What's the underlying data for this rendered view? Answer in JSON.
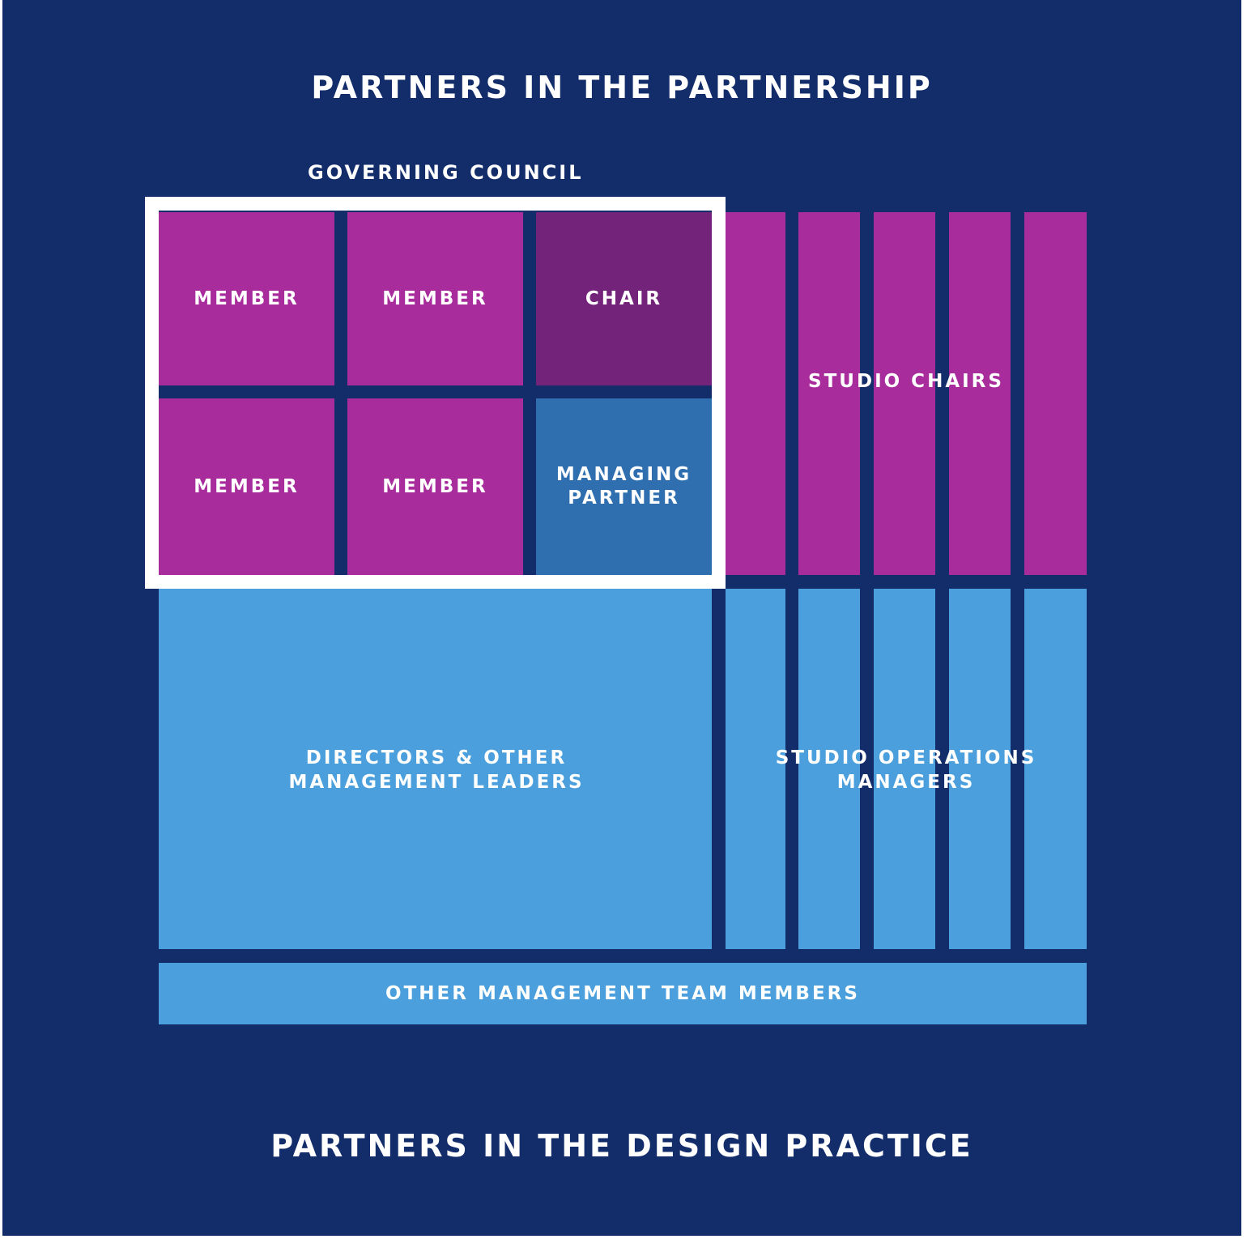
{
  "titles": {
    "top": "PARTNERS IN THE PARTNERSHIP",
    "bottom": "PARTNERS IN THE DESIGN PRACTICE"
  },
  "governing_council": {
    "label": "GOVERNING COUNCIL",
    "cells": [
      {
        "label": "MEMBER",
        "role": "member"
      },
      {
        "label": "MEMBER",
        "role": "member"
      },
      {
        "label": "CHAIR",
        "role": "chair"
      },
      {
        "label": "MEMBER",
        "role": "member"
      },
      {
        "label": "MEMBER",
        "role": "member"
      },
      {
        "label": "MANAGING PARTNER",
        "role": "managing-partner"
      }
    ]
  },
  "studio_chairs": {
    "label": "STUDIO CHAIRS"
  },
  "directors": {
    "label_line1": "DIRECTORS & OTHER",
    "label_line2": "MANAGEMENT LEADERS"
  },
  "studio_operations": {
    "label_line1": "STUDIO OPERATIONS",
    "label_line2": "MANAGERS"
  },
  "other_management": {
    "label": "OTHER MANAGEMENT TEAM MEMBERS"
  },
  "colors": {
    "background": "#132d6b",
    "magenta": "#a82c9c",
    "chair": "#73237a",
    "managing_partner": "#2f6fb0",
    "light_blue": "#4a9fdc",
    "frame": "#ffffff"
  }
}
